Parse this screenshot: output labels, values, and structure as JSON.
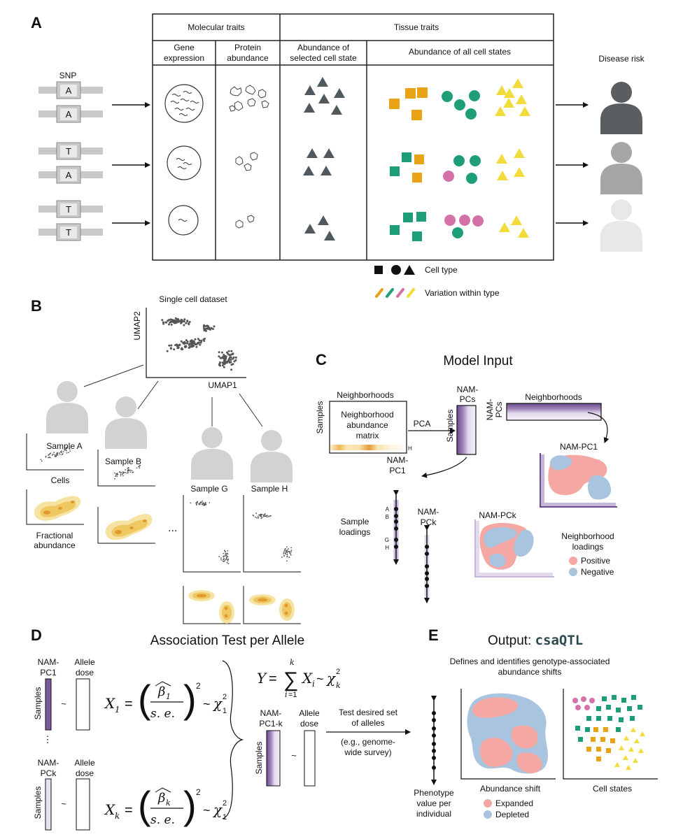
{
  "panels": {
    "a": "A",
    "b": "B",
    "c": "C",
    "d": "D",
    "e": "E"
  },
  "panel_a": {
    "molecular_traits": "Molecular traits",
    "tissue_traits": "Tissue traits",
    "gene_expression": [
      "Gene",
      "expression"
    ],
    "protein_abundance": [
      "Protein",
      "abundance"
    ],
    "selected_state": [
      "Abundance of",
      "selected cell state"
    ],
    "all_states": "Abundance of all cell states",
    "snp": "SNP",
    "disease_risk": "Disease risk",
    "genotypes": [
      [
        "A",
        "A"
      ],
      [
        "T",
        "A"
      ],
      [
        "T",
        "T"
      ]
    ],
    "legend_cell_type": "Cell type",
    "legend_variation": "Variation within type",
    "colors": {
      "orange": "#E8A317",
      "green": "#1E9E78",
      "pink": "#D472A8",
      "yellow": "#F2DC3C",
      "dark": "#505A5E",
      "person_dark": "#595F61",
      "person_mid": "#A6A6A6",
      "person_light": "#E8E8E6"
    }
  },
  "panel_b": {
    "dataset": "Single cell dataset",
    "umap2": "UMAP2",
    "umap1": "UMAP1",
    "samples": [
      "Sample A",
      "Sample B",
      "Sample G",
      "Sample H"
    ],
    "ellipsis": "...",
    "cells": "Cells",
    "fractional": [
      "Fractional",
      "abundance"
    ]
  },
  "panel_c": {
    "title": "Model Input",
    "neighborhoods": "Neighborhoods",
    "samples": "Samples",
    "matrix_label": [
      "Neighborhood",
      "abundance",
      "matrix"
    ],
    "pca": "PCA",
    "nam_pcs": [
      "NAM-",
      "PCs"
    ],
    "nam_pc1": [
      "NAM-",
      "PC1"
    ],
    "nam_pck": [
      "NAM-",
      "PCk"
    ],
    "sample_loadings": [
      "Sample",
      "loadings"
    ],
    "axis_letters": [
      "A",
      "B",
      "G",
      "H"
    ],
    "map_pc1": "NAM-PC1",
    "map_pck": "NAM-PCk",
    "neighborhood_loadings": [
      "Neighborhood",
      "loadings"
    ],
    "positive": "Positive",
    "negative": "Negative",
    "colors": {
      "positive": "#F4A7A3",
      "negative": "#A9C4DE",
      "purple": "#7B5A9A",
      "light_purple": "#D6CBE6"
    }
  },
  "panel_d": {
    "title": "Association Test per Allele",
    "nam_pc1": [
      "NAM-",
      "PC1"
    ],
    "nam_pck": [
      "NAM-",
      "PCk"
    ],
    "allele_dose": [
      "Allele",
      "dose"
    ],
    "samples": "Samples",
    "tilde": "~",
    "vdots": "⋮",
    "nam_pc1k": [
      "NAM-",
      "PC1-k"
    ],
    "test_label": [
      "Test desired set",
      "of alleles"
    ],
    "survey_label": [
      "(e.g., genome-",
      "wide survey)"
    ]
  },
  "panel_e": {
    "title_prefix": "Output: ",
    "title_emph": "csaQTL",
    "subtitle": [
      "Defines and identifies genotype-associated",
      "abundance shifts"
    ],
    "phenotype": [
      "Phenotype",
      "value per",
      "individual"
    ],
    "abundance_shift": "Abundance shift",
    "cell_states": "Cell states",
    "expanded": "Expanded",
    "depleted": "Depleted",
    "title_color": "#2D4A4E"
  }
}
